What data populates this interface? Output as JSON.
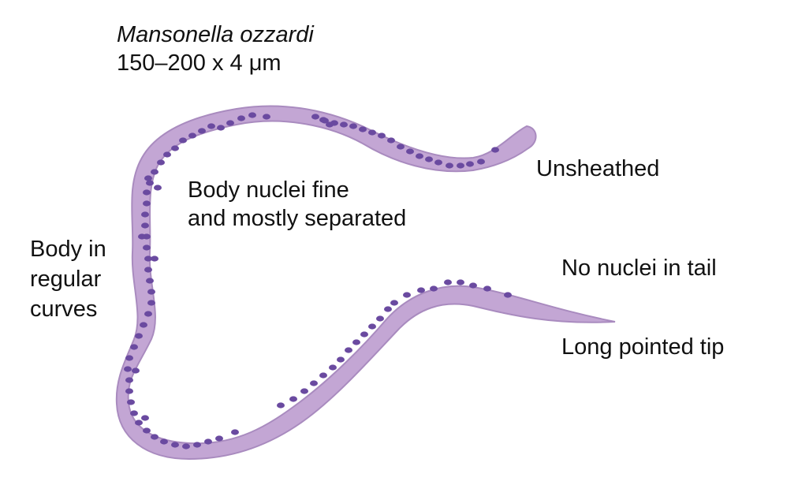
{
  "title": {
    "species": "Mansonella ozzardi",
    "size": "150–200 x 4 μm"
  },
  "labels": {
    "unsheathed": "Unsheathed",
    "nuclei_body": [
      "Body nuclei fine",
      "and mostly separated"
    ],
    "body_shape": [
      "Body in",
      "regular",
      "curves"
    ],
    "no_nuclei_tail": "No nuclei in tail",
    "tip": "Long pointed tip"
  },
  "colors": {
    "body_fill": "#c3a6d4",
    "body_stroke": "#a98bbf",
    "nucleus": "#6a4aa0",
    "text": "#111111"
  }
}
